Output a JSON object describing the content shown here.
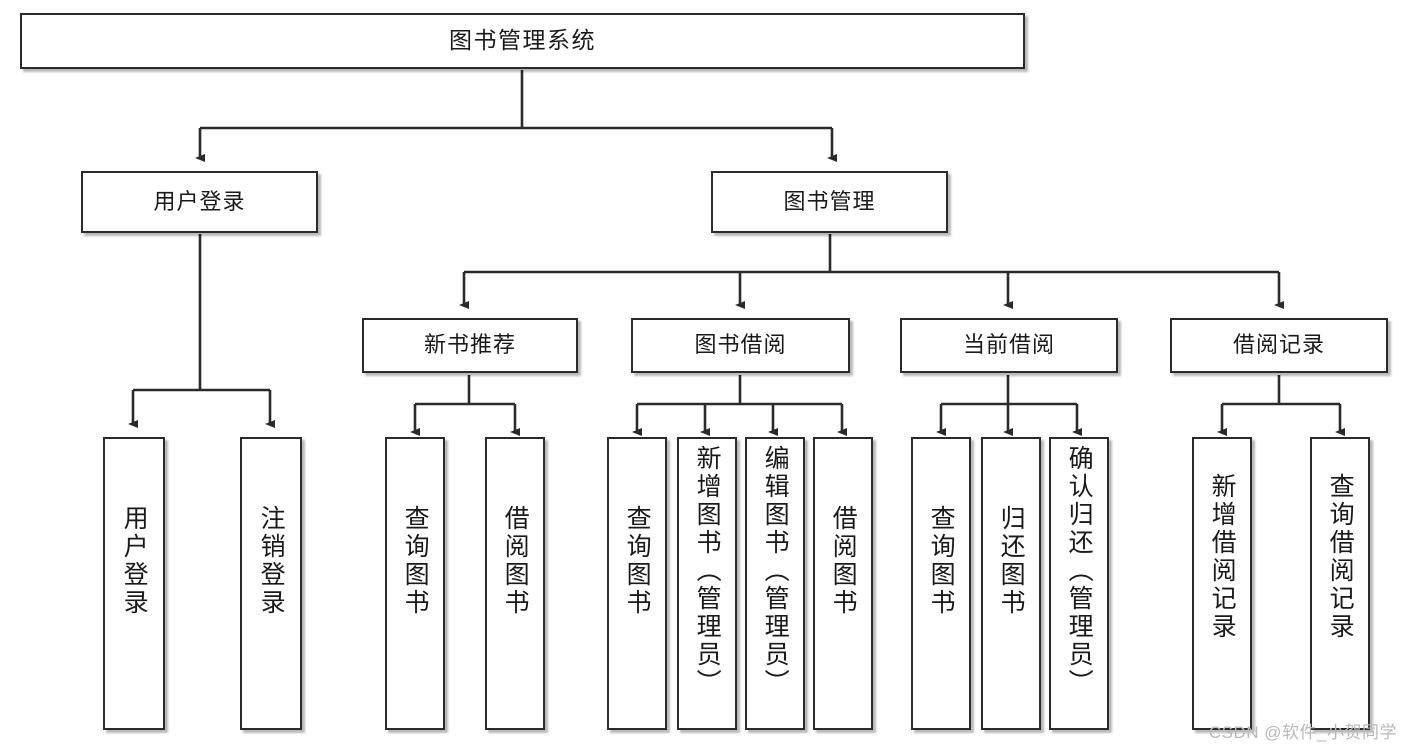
{
  "diagram": {
    "title": "图书管理系统",
    "type": "tree",
    "root": {
      "label": "图书管理系统"
    },
    "level2": [
      {
        "label": "用户登录"
      },
      {
        "label": "图书管理"
      }
    ],
    "level3": [
      {
        "label": "新书推荐"
      },
      {
        "label": "图书借阅"
      },
      {
        "label": "当前借阅"
      },
      {
        "label": "借阅记录"
      }
    ],
    "leaves": {
      "user_login": [
        {
          "label": "用户登录"
        },
        {
          "label": "注销登录"
        }
      ],
      "new_book_recommend": [
        {
          "label": "查询图书"
        },
        {
          "label": "借阅图书"
        }
      ],
      "book_borrow": [
        {
          "label": "查询图书"
        },
        {
          "label": "新增图书（管理员）"
        },
        {
          "label": "编辑图书（管理员）"
        },
        {
          "label": "借阅图书"
        }
      ],
      "current_borrow": [
        {
          "label": "查询图书"
        },
        {
          "label": "归还图书"
        },
        {
          "label": "确认归还（管理员）"
        }
      ],
      "borrow_record": [
        {
          "label": "新增借阅记录"
        },
        {
          "label": "查询借阅记录"
        }
      ]
    }
  },
  "watermark": {
    "text": "CSDN @软件_小贺同学"
  },
  "colors": {
    "border": "#2b2b2b",
    "text": "#1a1a1a",
    "background": "#ffffff",
    "watermark": "#b9b9b9"
  }
}
